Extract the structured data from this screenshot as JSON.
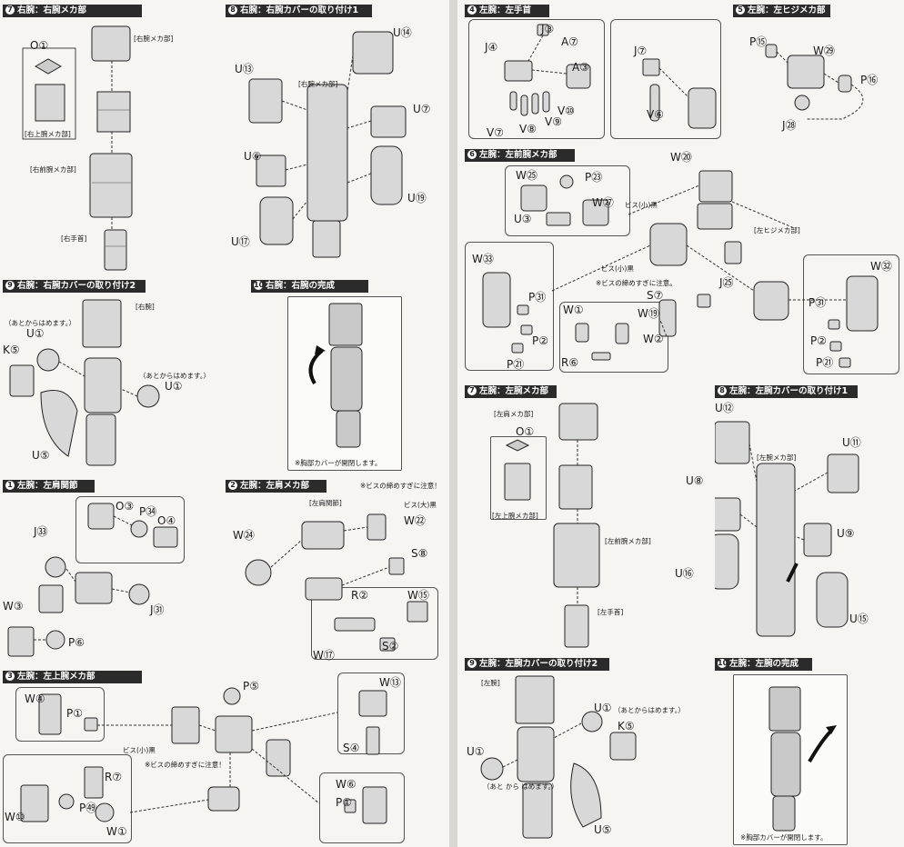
{
  "steps": {
    "s7R": {
      "num": "7",
      "title": "右腕：右腕メカ部",
      "callouts": {
        "O1": "O①",
        "arm_top": "[右腕メカ部]",
        "upper_arm": "[右上腕メカ部]",
        "fore_arm": "[右前腕メカ部]",
        "hand": "[右手首]"
      }
    },
    "s8R": {
      "num": "8",
      "title": "右腕：右腕カバーの取り付け1",
      "callouts": {
        "U14": "U⑭",
        "U13": "U⑬",
        "U7": "U⑦",
        "U6": "U⑥",
        "U19": "U⑲",
        "U17": "U⑰",
        "arm": "[右腕メカ部]"
      }
    },
    "s9R": {
      "num": "9",
      "title": "右腕：右腕カバーの取り付け2",
      "callouts": {
        "arm": "[右腕]",
        "U1a": "U①",
        "U1b": "U①",
        "K5": "K⑤",
        "U5": "U⑤",
        "later_a": "（あとからはめます。）",
        "later_b": "（あとからはめます。）"
      }
    },
    "s10R": {
      "num": "10",
      "title": "右腕：右腕の完成",
      "note": "※胸部カバーが開閉します。"
    },
    "s1L": {
      "num": "1",
      "title": "左腕：左肩関節",
      "callouts": {
        "O3": "O③",
        "P34": "P㉞",
        "O4": "O④",
        "J33": "J㉝",
        "J31": "J㉛",
        "W3": "W③",
        "P6": "P⑥"
      }
    },
    "s2L": {
      "num": "2",
      "title": "左腕：左肩メカ部",
      "note": "※ビスの締めすぎに注意！",
      "callouts": {
        "joint": "[左肩関節]",
        "screw": "ビス(大)黒",
        "W22": "W㉒",
        "W24": "W㉔",
        "S8": "S⑧",
        "R2": "R②",
        "W15": "W⑮",
        "W17": "W⑰",
        "S2": "S②"
      }
    },
    "s3L": {
      "num": "3",
      "title": "左腕：左上腕メカ部",
      "note": "※ビスの締めすぎに注意！",
      "callouts": {
        "W4": "W④",
        "P1a": "P①",
        "P5": "P⑤",
        "W13": "W⑬",
        "S4": "S④",
        "screw": "ビス(小)黒",
        "R7": "R⑦",
        "P49": "P㊾",
        "W10": "W⑩",
        "W1": "W①",
        "W6": "W⑥",
        "P1b": "P①"
      }
    },
    "s4R": {
      "num": "4",
      "title": "左腕：左手首",
      "callouts": {
        "J3": "J③",
        "J4": "J④",
        "A7": "A⑦",
        "A3": "A③",
        "J7": "J⑦",
        "V6": "V⑥",
        "V10": "V⑩",
        "V9": "V⑨",
        "V8": "V⑧",
        "V7": "V⑦"
      }
    },
    "s5R": {
      "num": "5",
      "title": "左腕：左ヒジメカ部",
      "callouts": {
        "P15": "P⑮",
        "W29": "W㉙",
        "P16": "P⑯",
        "J28": "J㉘"
      }
    },
    "s6R": {
      "num": "6",
      "title": "左腕：左前腕メカ部",
      "note": "※ビスの締めすぎに注意。",
      "callouts": {
        "W20": "W⑳",
        "W25": "W㉕",
        "P23": "P㉓",
        "W27": "W㉗",
        "U3": "U③",
        "screw_a": "ビス(小)黒",
        "elbow": "[左ヒジメカ部]",
        "W33": "W㉝",
        "P31a": "P㉛",
        "P2a": "P②",
        "P21a": "P㉑",
        "screw_b": "ビス(小)黒",
        "S7": "S⑦",
        "J25": "J㉕",
        "W1": "W①",
        "W19": "W⑲",
        "W2": "W②",
        "R6": "R⑥",
        "W32": "W㉜",
        "P31b": "P㉛",
        "P2b": "P②",
        "P21b": "P㉑"
      }
    },
    "s7L": {
      "num": "7",
      "title": "左腕：左腕メカ部",
      "callouts": {
        "arm_top": "[左肩メカ部]",
        "O1": "O①",
        "upper_arm": "[左上腕メカ部]",
        "fore_arm": "[左前腕メカ部]",
        "hand": "[左手首]"
      }
    },
    "s8L": {
      "num": "8",
      "title": "左腕：左腕カバーの取り付け1",
      "callouts": {
        "U12": "U⑫",
        "U11": "U⑪",
        "arm": "[左腕メカ部]",
        "U8": "U⑧",
        "U9": "U⑨",
        "U16": "U⑯",
        "U15": "U⑮"
      }
    },
    "s9L": {
      "num": "9",
      "title": "左腕：左腕カバーの取り付け2",
      "callouts": {
        "arm": "[左腕]",
        "U1a": "U①",
        "later_a": "（あとからはめます。）",
        "K5": "K⑤",
        "U1b": "U①",
        "later_b": "（あと から はめます。）",
        "U5": "U⑤"
      }
    },
    "s10L": {
      "num": "10",
      "title": "左腕：左腕の完成",
      "note": "※胸部カバーが開閉します。"
    }
  }
}
